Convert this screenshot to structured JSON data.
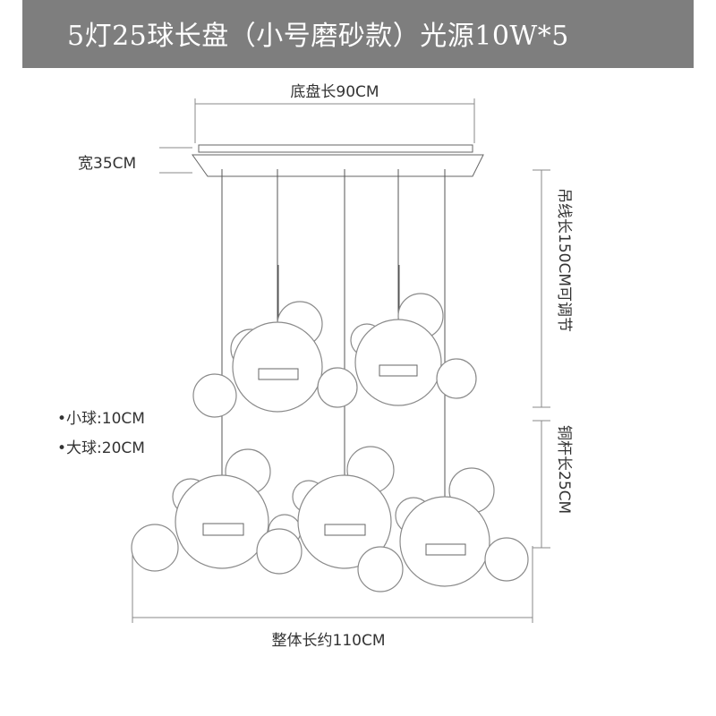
{
  "header": {
    "title": "5灯25球长盘（小号磨砂款）光源10W*5"
  },
  "dimensions": {
    "canopy_length": "底盘长90CM",
    "canopy_width": "宽35CM",
    "wire_length": "吊线长150CM可调节",
    "rod_length": "铜杆长25CM",
    "overall_length": "整体长约110CM"
  },
  "legend": {
    "small_ball": "•小球:10CM",
    "big_ball": "•大球:20CM"
  },
  "colors": {
    "header_bg": "#7e7e7e",
    "header_text": "#ffffff",
    "line": "#888888"
  }
}
